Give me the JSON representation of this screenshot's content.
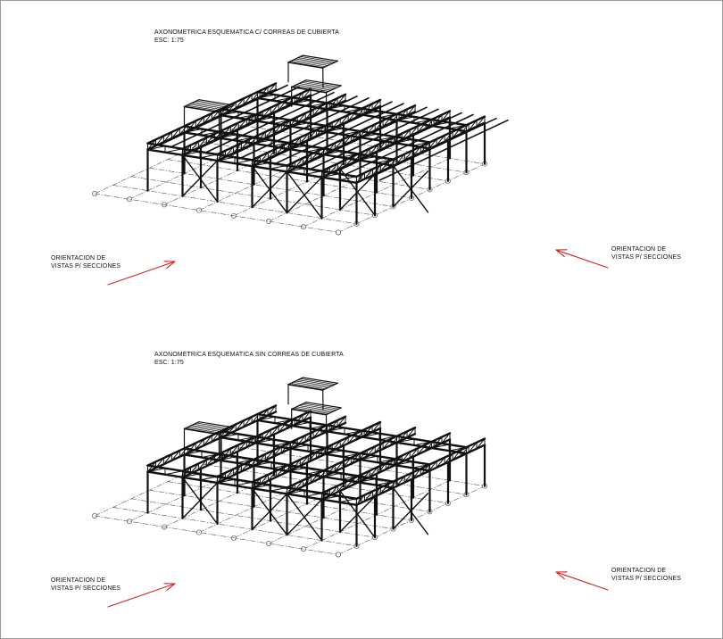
{
  "views": [
    {
      "title": "AXONOMETRICA ESQUEMATICA C/ CORREAS DE CUBIERTA",
      "scale": "ESC: 1:75",
      "purlins": true,
      "orientation_left": [
        "ORIENTACION DE",
        "VISTAS P/ SECCIONES"
      ],
      "orientation_right": [
        "ORIENTACION DE",
        "VISTAS P/ SECCIONES"
      ]
    },
    {
      "title": "AXONOMETRICA ESQUEMATICA SIN CORREAS DE CUBIERTA",
      "scale": "ESC: 1:75",
      "purlins": false,
      "orientation_left": [
        "ORIENTACION DE",
        "VISTAS P/ SECCIONES"
      ],
      "orientation_right": [
        "ORIENTACION DE",
        "VISTAS P/ SECCIONES"
      ]
    }
  ],
  "colors": {
    "structure": "#111111",
    "grid_line": "#555555",
    "arrow": "#d42020",
    "sheet_border": "#9a9a9a"
  }
}
